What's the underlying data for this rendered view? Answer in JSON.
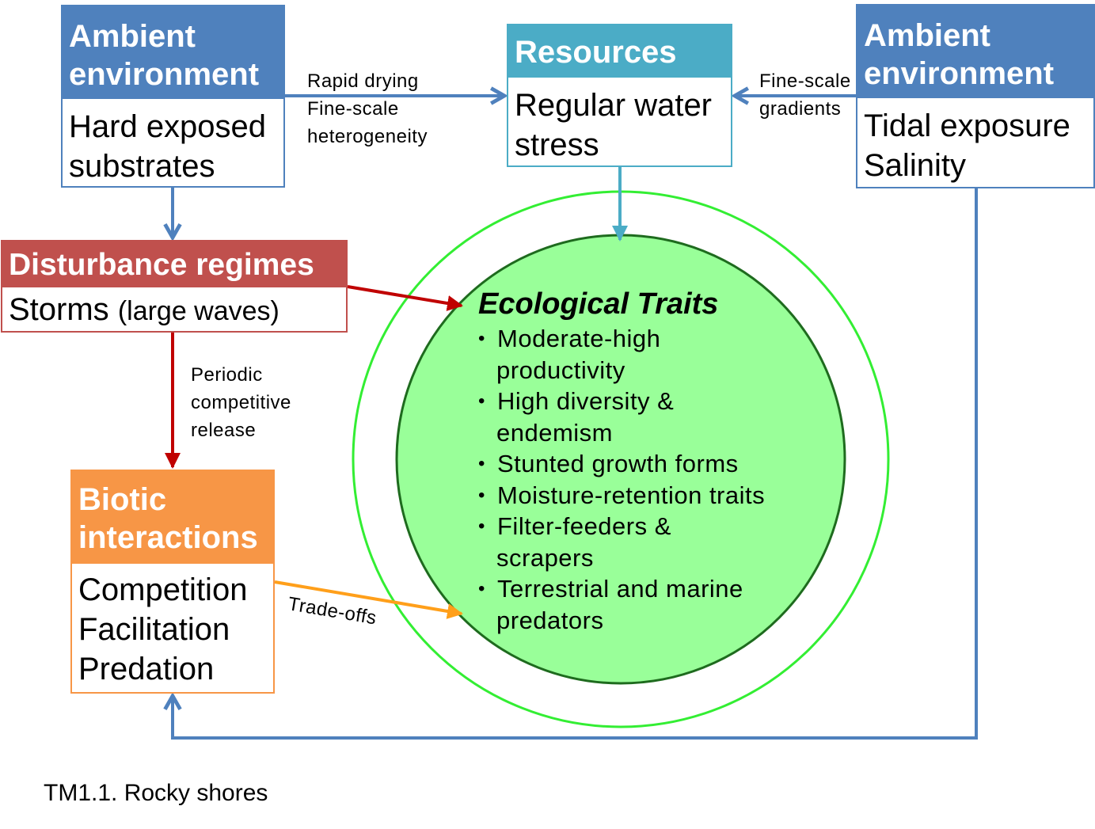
{
  "ambient_left": {
    "title_lines": [
      "Ambient",
      "environment"
    ],
    "body_lines": [
      "Hard exposed",
      "substrates"
    ]
  },
  "resources": {
    "title": "Resources",
    "body_lines": [
      "Regular water",
      "stress"
    ]
  },
  "ambient_right": {
    "title_lines": [
      "Ambient",
      "environment"
    ],
    "body_lines": [
      "Tidal exposure",
      "Salinity"
    ]
  },
  "disturbance": {
    "title": "Disturbance regimes",
    "body_main": "Storms",
    "body_detail": "(large waves)"
  },
  "biotic": {
    "title_lines": [
      "Biotic",
      "interactions"
    ],
    "body_lines": [
      "Competition",
      "Facilitation",
      "Predation"
    ]
  },
  "traits": {
    "title": "Ecological Traits",
    "items": [
      [
        "Moderate-high",
        "productivity"
      ],
      [
        "High diversity &",
        "endemism"
      ],
      [
        "Stunted growth forms"
      ],
      [
        "Moisture-retention traits"
      ],
      [
        "Filter-feeders &",
        "scrapers"
      ],
      [
        "Terrestrial and marine",
        "predators"
      ]
    ]
  },
  "edge_labels": {
    "ambient_to_resources": [
      "Rapid drying",
      "Fine-scale",
      "heterogeneity"
    ],
    "right_to_resources": [
      "Fine-scale",
      "gradients"
    ],
    "disturbance_to_biotic": [
      "Periodic",
      "competitive",
      "release"
    ],
    "biotic_to_traits": "Trade-offs"
  },
  "caption": "TM1.1. Rocky shores",
  "colors": {
    "ambient": "#4f81bd",
    "resources": "#4bacc6",
    "disturbance": "#c0504d",
    "disturbance_arrow": "#c00000",
    "biotic": "#f79646",
    "biotic_arrow": "#ff9f1a",
    "traits_fill": "#99ff99",
    "traits_stroke": "#1e6b1e",
    "outer_ring": "#33ee33"
  }
}
